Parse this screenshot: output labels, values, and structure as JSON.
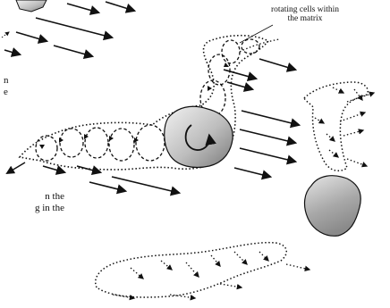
{
  "callout": {
    "line1": "rotating cells within",
    "line2": "the matrix"
  },
  "left_fragments": {
    "top_a": "n",
    "top_b": "e",
    "bottom_line1": "n   the",
    "bottom_line2": "g in the"
  },
  "colors": {
    "ink": "#111111",
    "rock_light": "#e8e8e8",
    "rock_dark": "#8a8a8a"
  }
}
